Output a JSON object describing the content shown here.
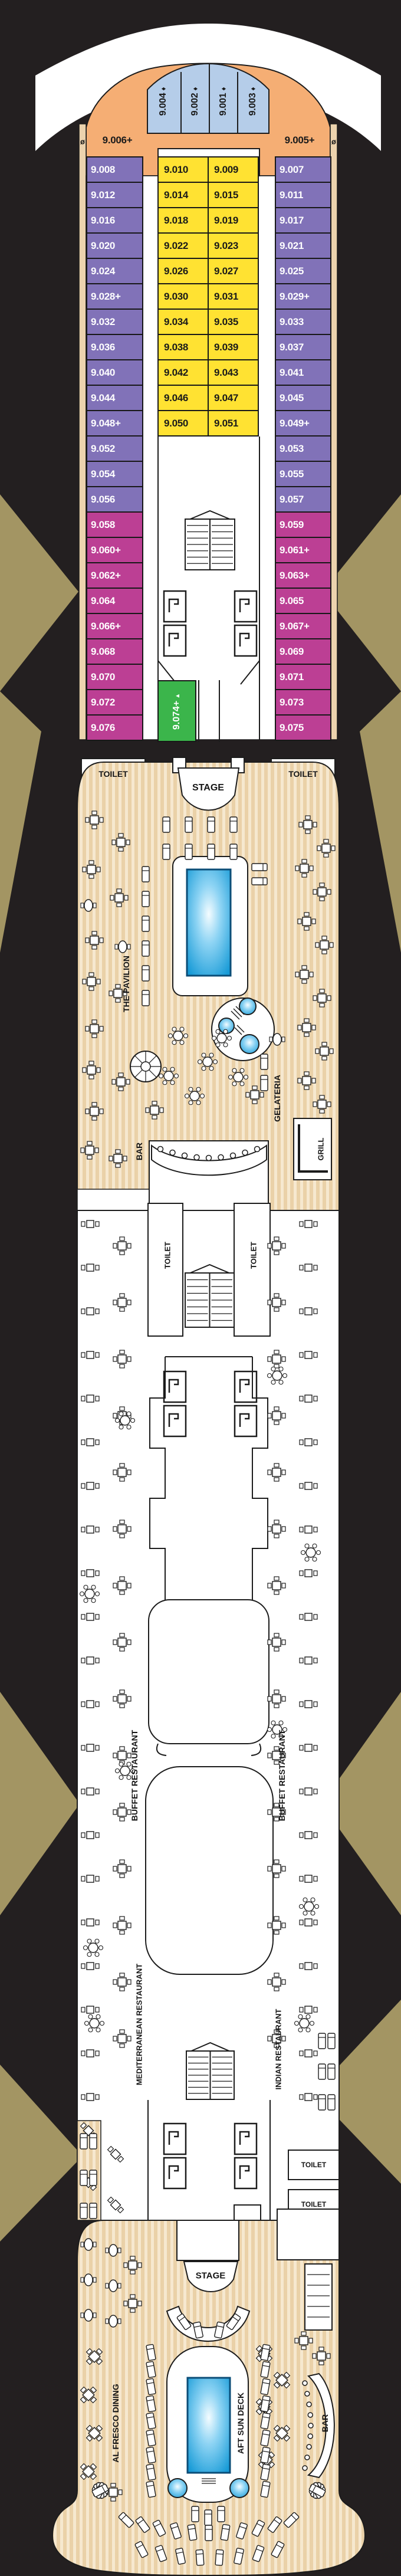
{
  "deck": {
    "bow_suites": [
      {
        "number": "9.004",
        "marker": "♦"
      },
      {
        "number": "9.002",
        "marker": "♦"
      },
      {
        "number": "9.001",
        "marker": "♦"
      },
      {
        "number": "9.003",
        "marker": "♦"
      }
    ],
    "bow_corner_cabins": {
      "left": {
        "number": "9.006+",
        "symbol": "ø"
      },
      "right": {
        "number": "9.005+",
        "symbol": "ø"
      }
    },
    "cabin_rows": [
      {
        "left": "9.008",
        "inner_left": "9.010",
        "inner_right": "9.009",
        "right": "9.007",
        "category": "purple"
      },
      {
        "left": "9.012",
        "inner_left": "9.014",
        "inner_right": "9.015",
        "right": "9.011",
        "category": "purple"
      },
      {
        "left": "9.016",
        "inner_left": "9.018",
        "inner_right": "9.019",
        "right": "9.017",
        "category": "purple"
      },
      {
        "left": "9.020",
        "inner_left": "9.022",
        "inner_right": "9.023",
        "right": "9.021",
        "category": "purple"
      },
      {
        "left": "9.024",
        "inner_left": "9.026",
        "inner_right": "9.027",
        "right": "9.025",
        "category": "purple"
      },
      {
        "left": "9.028+",
        "inner_left": "9.030",
        "inner_right": "9.031",
        "right": "9.029+",
        "category": "purple"
      },
      {
        "left": "9.032",
        "inner_left": "9.034",
        "inner_right": "9.035",
        "right": "9.033",
        "category": "purple"
      },
      {
        "left": "9.036",
        "inner_left": "9.038",
        "inner_right": "9.039",
        "right": "9.037",
        "category": "purple"
      },
      {
        "left": "9.040",
        "inner_left": "9.042",
        "inner_right": "9.043",
        "right": "9.041",
        "category": "purple"
      },
      {
        "left": "9.044",
        "inner_left": "9.046",
        "inner_right": "9.047",
        "right": "9.045",
        "category": "purple"
      },
      {
        "left": "9.048+",
        "inner_left": "9.050",
        "inner_right": "9.051",
        "right": "9.049+",
        "category": "purple"
      },
      {
        "left": "9.052",
        "inner_left": null,
        "inner_right": null,
        "right": "9.053",
        "category": "purple"
      },
      {
        "left": "9.054",
        "inner_left": null,
        "inner_right": null,
        "right": "9.055",
        "category": "purple"
      },
      {
        "left": "9.056",
        "inner_left": null,
        "inner_right": null,
        "right": "9.057",
        "category": "purple"
      },
      {
        "left": "9.058",
        "inner_left": null,
        "inner_right": null,
        "right": "9.059",
        "category": "magenta"
      },
      {
        "left": "9.060+",
        "inner_left": null,
        "inner_right": null,
        "right": "9.061+",
        "category": "magenta"
      },
      {
        "left": "9.062+",
        "inner_left": null,
        "inner_right": null,
        "right": "9.063+",
        "category": "magenta"
      },
      {
        "left": "9.064",
        "inner_left": null,
        "inner_right": null,
        "right": "9.065",
        "category": "magenta"
      },
      {
        "left": "9.066+",
        "inner_left": null,
        "inner_right": null,
        "right": "9.067+",
        "category": "magenta"
      },
      {
        "left": "9.068",
        "inner_left": null,
        "inner_right": null,
        "right": "9.069",
        "category": "magenta"
      },
      {
        "left": "9.070",
        "inner_left": null,
        "inner_right": null,
        "right": "9.071",
        "category": "magenta"
      },
      {
        "left": "9.072",
        "inner_left": null,
        "inner_right": null,
        "right": "9.073",
        "category": "magenta"
      },
      {
        "left": "9.076",
        "inner_left": null,
        "inner_right": null,
        "right": "9.075",
        "category": "magenta"
      }
    ],
    "special_cabin": {
      "number": "9.074+",
      "marker": "▲"
    }
  },
  "areas": {
    "toilet": "TOILET",
    "stage": "STAGE",
    "the_pavilion": "THE PAVILION",
    "bar": "BAR",
    "gelateria": "GELATERIA",
    "grill": "GRILL",
    "buffet_restaurant": "BUFFET RESTAURANT",
    "mediterranean_restaurant": "MEDITERRANEAN RESTAURANT",
    "indian_restaurant": "INDIAN RESTAURANT",
    "al_fresco_dining": "AL FRESCO DINING",
    "aft_sun_deck": "AFT SUN DECK"
  },
  "icons": {
    "wheelchair": "♿",
    "diamond": "♦",
    "triangle": "▲",
    "accessible_mark": "ø"
  },
  "colors": {
    "background": "#231f20",
    "hull_white": "#ffffff",
    "deck_wood": "#ead1a8",
    "deck_stripe": "#f6e8cf",
    "cabin_purple": "#8172b8",
    "cabin_yellow": "#ffe232",
    "cabin_magenta": "#bc3f94",
    "cabin_blue": "#b5cde9",
    "cabin_orange": "#f5ae74",
    "cabin_green": "#3bb54b",
    "pool_blue": "#189bd7",
    "gold_trim": "#a39563"
  }
}
